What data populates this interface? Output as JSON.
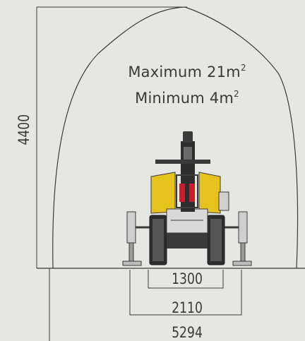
{
  "area": {
    "maximum_label": "Maximum 21m",
    "maximum_sup": "2",
    "minimum_label": "Minimum 4m",
    "minimum_sup": "2"
  },
  "dimensions": {
    "height": "4400",
    "track_width": "1300",
    "stabilizer_width": "2110",
    "max_width": "5294"
  },
  "colors": {
    "background": "#e6e6e3",
    "line": "#3a3a3a",
    "machine_yellow": "#e6c21e",
    "machine_red": "#c8202a",
    "machine_dark": "#2d2d2d"
  }
}
